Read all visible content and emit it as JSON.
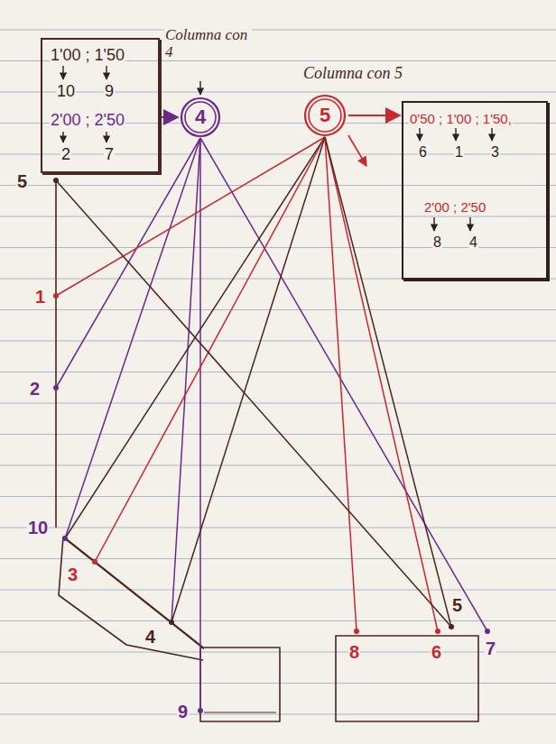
{
  "diagram": {
    "nodes": [
      {
        "text": [
          "Columna con 4",
          "1'00 ; 1'50",
          "10",
          "9",
          "2'00 ; 2'50",
          "2",
          "7"
        ]
      },
      {
        "text": [
          "4"
        ]
      },
      {
        "text": [
          "5"
        ]
      },
      {
        "text": [
          "0'50 ; 1'00 ; 1'50,",
          "6",
          "1",
          "3",
          "2'00 ; 2'50",
          "8",
          "4"
        ]
      }
    ],
    "edges": [
      {
        "from": 0,
        "to": 1,
        "arrow": "to"
      },
      {
        "from": 2,
        "to": 3,
        "arrow": "to"
      }
    ],
    "labels": [
      "Columna con 5",
      "5",
      "1",
      "2",
      "10",
      "3",
      "4",
      "9",
      "8",
      "6",
      "5",
      "7"
    ]
  }
}
